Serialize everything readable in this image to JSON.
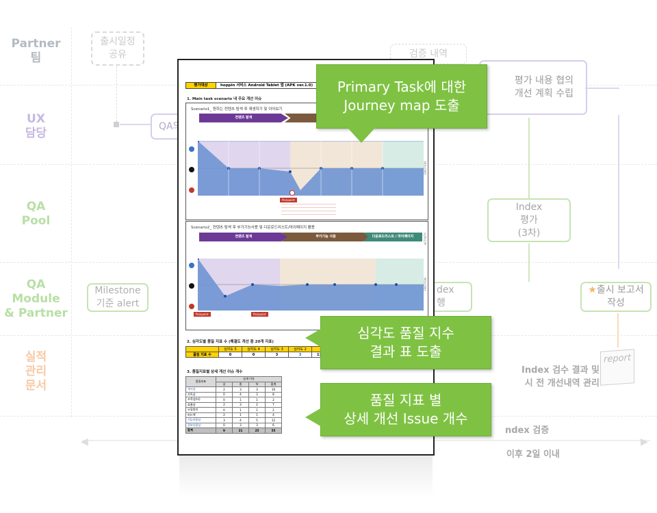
{
  "lanes": [
    {
      "lines": [
        "Partner",
        "팀"
      ],
      "color": "#b3bac2"
    },
    {
      "lines": [
        "UX",
        "담당"
      ],
      "color": "#c6b8e3"
    },
    {
      "lines": [
        "QA",
        "Pool"
      ],
      "color": "#b8dfa4"
    },
    {
      "lines": [
        "QA",
        "Module",
        "& Partner"
      ],
      "color": "#b8dfa4"
    },
    {
      "lines": [
        "실적",
        "관리",
        "문서"
      ],
      "color": "#f8c9a4"
    }
  ],
  "bg_boxes": {
    "release_schedule": [
      "출시일정",
      "공유"
    ],
    "verify_history": "검증 내역",
    "improve_plan": [
      "평가 내용 협의",
      "개선 계획 수립"
    ],
    "qa_partial": "QA의",
    "index_eval": [
      "Index",
      "평가",
      "(3차)"
    ],
    "milestone_alert": [
      "Milestone",
      "기준 alert"
    ],
    "index_partial": [
      "dex",
      "행"
    ],
    "release_report": [
      "출시 보고서",
      "작성"
    ],
    "report_icon": "report",
    "index_result": [
      "Index 검수 결과 및",
      "시 전 개선내역 관리"
    ],
    "index_verify": "ndex 검증",
    "within_two_days": "이후 2일 이내"
  },
  "doc": {
    "header_key": "평가대상",
    "header_value": "hoppin 서비스 Android Tablet 앱 (APK ver.1.0)",
    "section1": "1. Main task scenario 내 주요 개선 이슈",
    "scenario1": "Scenario1_ 원하는 컨텐츠 탐색 후 재생하기 및 이어보기",
    "scenario2": "Scenario2_ 컨텐츠 탐색 후 부가기능사용 및 다운로드리스트/마이페이지 활용",
    "phase_content": "컨텐츠 탐색",
    "phase_extra": "부가기능 사용",
    "phase_download": "다운로드리스트 / 마이페이지",
    "activity": "ACTIVITY",
    "emotion": "EMOTION",
    "painpoint": "Painpoint",
    "section2": "2. 심각도별 품질 지표 수 (해결도 개선 중 20개 지표)",
    "severity_headers": [
      "심각도 5",
      "심각도 4",
      "심각도 3",
      "심각도 2"
    ],
    "quality_label": "품질 지표 수",
    "severity_values": [
      "0",
      "0",
      "3",
      "3",
      "11"
    ],
    "section3": "3. 품질지표별 상세 개선 이슈 개수",
    "detail_header_main": "품질지표",
    "detail_header_group": "상세 이슈",
    "detail_cols": [
      "상",
      "중",
      "하",
      "합계"
    ],
    "detail_rows": [
      [
        "개시성",
        "2",
        "3",
        "3",
        "10"
      ],
      [
        "가독성",
        "0",
        "4",
        "3",
        "8"
      ],
      [
        "조작성(터)",
        "0",
        "1",
        "1",
        "2"
      ],
      [
        "효율성",
        "2",
        "3",
        "2",
        "7"
      ],
      [
        "오류방지",
        "0",
        "1",
        "1",
        "2"
      ],
      [
        "피드백",
        "2",
        "1",
        "1",
        "4"
      ],
      [
        "기능유용성",
        "3",
        "4",
        "5",
        "12"
      ],
      [
        "정보유용성",
        "0",
        "3",
        "3",
        "6"
      ],
      [
        "합계",
        "9",
        "21",
        "25",
        "55"
      ]
    ]
  },
  "callouts": {
    "journey": [
      "Primary Task에 대한",
      "Journey map 도출"
    ],
    "severity": [
      "심각도 품질 지수",
      "결과 표 도출"
    ],
    "issues": [
      "품질 지표 별",
      "상세 개선 Issue 개수"
    ]
  },
  "colors": {
    "callout_green": "#7fc243",
    "phase_purple": "#6c3a96",
    "phase_brown": "#7b5a3e",
    "phase_teal": "#3f8a7a",
    "header_yellow": "#ffd200"
  }
}
